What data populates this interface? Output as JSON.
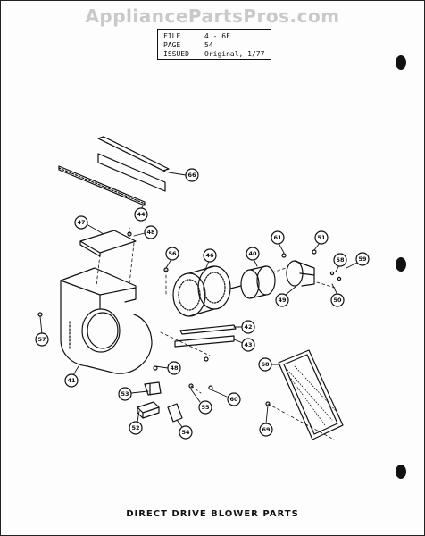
{
  "watermark": "AppliancePartsPros.com",
  "header": {
    "file_label": "FILE",
    "file_value": "4 - 6F",
    "page_label": "PAGE",
    "page_value": "54",
    "issued_label": "ISSUED",
    "issued_value": "Original, 1/77"
  },
  "title": "DIRECT DRIVE BLOWER PARTS",
  "callouts": [
    "66",
    "44",
    "47",
    "48",
    "56",
    "46",
    "40",
    "61",
    "51",
    "58",
    "59",
    "50",
    "49",
    "57",
    "42",
    "43",
    "41",
    "48",
    "68",
    "53",
    "55",
    "60",
    "52",
    "54",
    "69"
  ]
}
